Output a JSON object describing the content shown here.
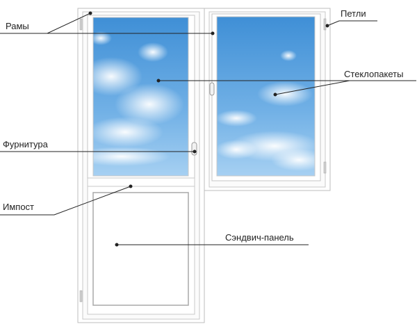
{
  "labels": {
    "frames": "Рамы",
    "hinges": "Петли",
    "glass_units": "Стеклопакеты",
    "hardware": "Фурнитура",
    "mullion": "Импост",
    "sandwich_panel": "Сэндвич-панель"
  },
  "colors": {
    "sky_top": "#3f8fd6",
    "sky_bottom": "#9ccaf0",
    "cloud": "#ffffff",
    "frame": "#ffffff",
    "frame_stroke": "#bcbcbc",
    "leader": "#222222"
  }
}
